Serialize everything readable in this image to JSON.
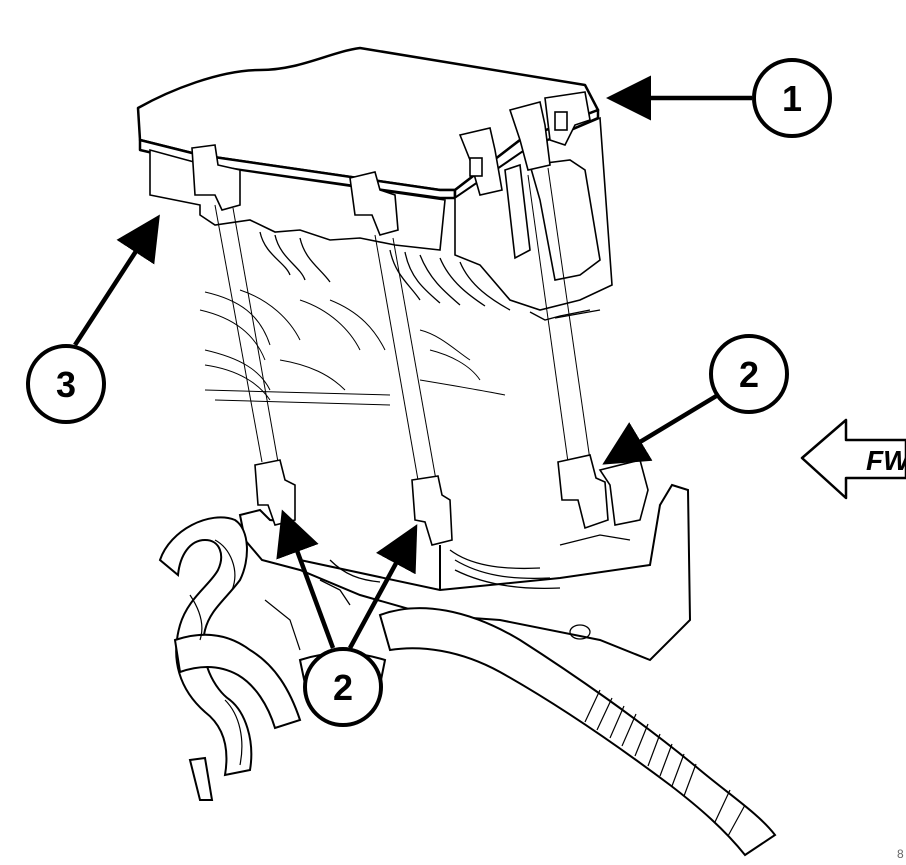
{
  "figure": {
    "callouts": [
      {
        "id": "c1",
        "label": "1"
      },
      {
        "id": "c2-right",
        "label": "2"
      },
      {
        "id": "c2-bottom",
        "label": "2"
      },
      {
        "id": "c3",
        "label": "3"
      }
    ],
    "direction_label": "FWD",
    "footnote": "8"
  }
}
